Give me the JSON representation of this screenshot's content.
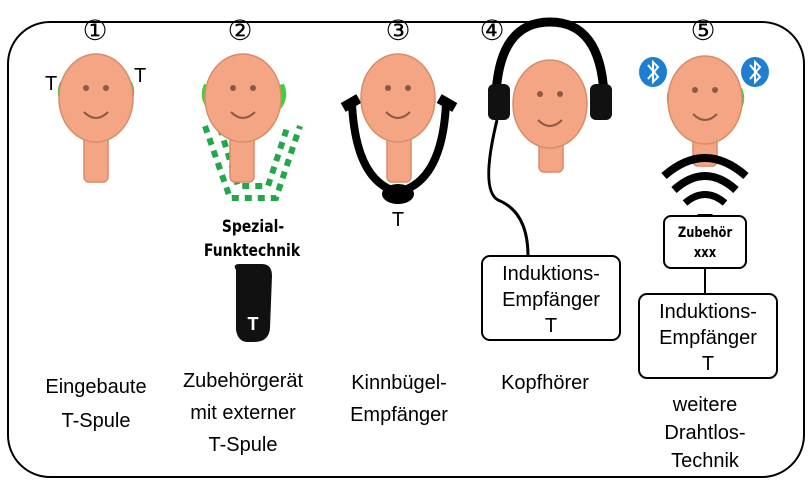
{
  "panels": [
    {
      "number": "①",
      "ear_mark_left": "T",
      "ear_mark_right": "T",
      "caption_line1": "Eingebaute",
      "caption_line2": "T-Spule"
    },
    {
      "number": "②",
      "label_line1": "Spezial-",
      "label_line2": "Funktechnik",
      "device_mark": "T",
      "caption_line1": "Zubehörgerät",
      "caption_line2": "mit externer",
      "caption_line3": "T-Spule"
    },
    {
      "number": "③",
      "device_mark": "T",
      "caption_line1": "Kinnbügel-",
      "caption_line2": "Empfänger"
    },
    {
      "number": "④",
      "box_line1": "Induktions-",
      "box_line2": "Empfänger",
      "box_line3": "T",
      "caption_line1": "Kopfhörer"
    },
    {
      "number": "⑤",
      "accessory_line1": "Zubehör",
      "accessory_line2": "xxx",
      "box_line1": "Induktions-",
      "box_line2": "Empfänger",
      "box_line3": "T",
      "caption_line1": "weitere",
      "caption_line2": "Drahtlos-",
      "caption_line3": "Technik"
    }
  ],
  "colors": {
    "skin": "#F4A684",
    "skin_outline": "#D98C6A",
    "ear_device": "#3BD23B",
    "wave_dots": "#22A84A",
    "bluetooth": "#1E7FD0",
    "line": "#000000"
  }
}
